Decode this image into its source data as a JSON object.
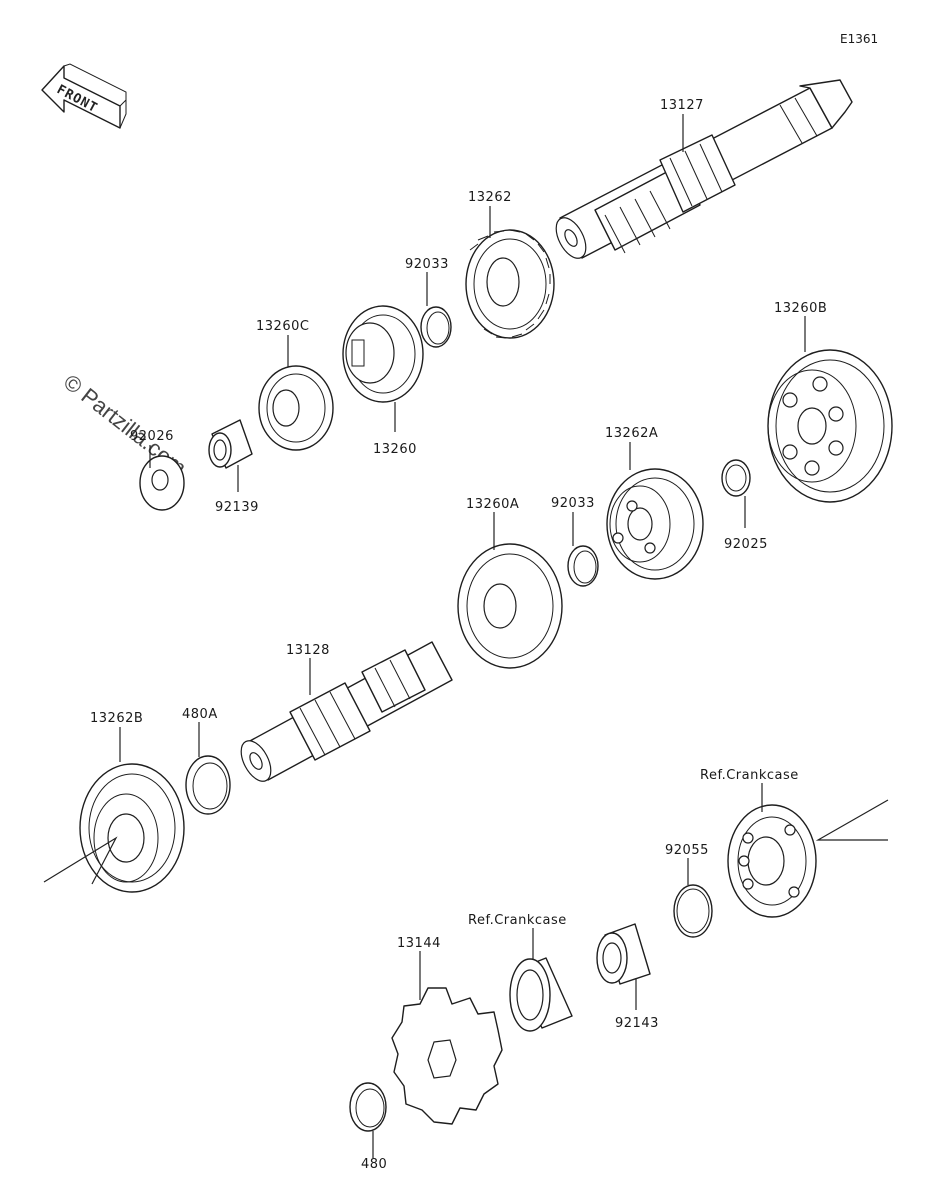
{
  "diagram": {
    "code": "E1361",
    "front_label": "FRONT",
    "watermark": "© Partzilla.com"
  },
  "labels": {
    "p13127": "13127",
    "p13262": "13262",
    "p92033_top": "92033",
    "p13260C": "13260C",
    "p13260": "13260",
    "p92026": "92026",
    "p92139": "92139",
    "p13260B": "13260B",
    "p13262A": "13262A",
    "p92025": "92025",
    "p13260A": "13260A",
    "p92033_mid": "92033",
    "p13128": "13128",
    "p13262B": "13262B",
    "p480A": "480A",
    "ref_crankcase_right": "Ref.Crankcase",
    "p92055": "92055",
    "ref_crankcase_center": "Ref.Crankcase",
    "p92143": "92143",
    "p13144": "13144",
    "p480": "480"
  }
}
